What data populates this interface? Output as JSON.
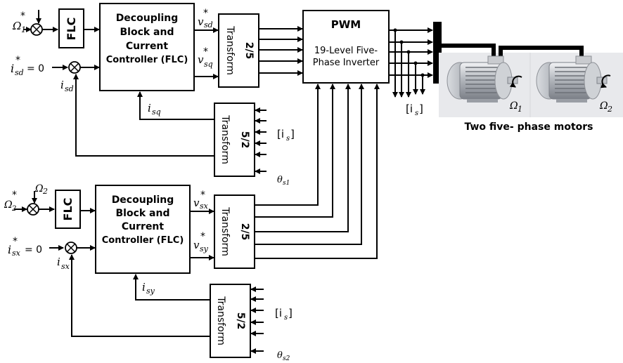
{
  "diagram": {
    "title": "Two five-phase motor drive control scheme",
    "colors": {
      "line": "#000000",
      "background": "#ffffff",
      "motor_bg": "#e8e9ec",
      "motor_body": "#b9bcc2"
    },
    "channel1": {
      "speed_ref": {
        "symbol": "Ω",
        "sub": "1",
        "sup": "*"
      },
      "flc_label": "FLC",
      "id_ref": {
        "symbol": "i",
        "sub": "sd",
        "sup": "*",
        "eq": "= 0"
      },
      "id_feedback": {
        "symbol": "i",
        "sub": "sd"
      },
      "iq_feedback": {
        "symbol": "i",
        "sub": "sq"
      },
      "decoupling": [
        "Decoupling",
        "Block and",
        "Current",
        "Controller (FLC)"
      ],
      "v_out_1": {
        "symbol": "v",
        "sub": "sd",
        "sup": "*"
      },
      "v_out_2": {
        "symbol": "v",
        "sub": "sq",
        "sup": "*"
      },
      "transform_25": {
        "ratio": "2/5",
        "label": "Transform"
      },
      "transform_52": {
        "ratio": "5/2",
        "label": "Transform"
      },
      "current_input": "[i",
      "current_input_sub": "s",
      "current_input_close": "]",
      "theta": {
        "symbol": "θ",
        "sub": "s1"
      }
    },
    "channel2": {
      "speed_ref": {
        "symbol": "Ω",
        "sub": "2",
        "sup": "*"
      },
      "speed_fb": {
        "symbol": "Ω",
        "sub": "2"
      },
      "flc_label": "FLC",
      "id_ref": {
        "symbol": "i",
        "sub": "sx",
        "sup": "*",
        "eq": "= 0"
      },
      "id_feedback": {
        "symbol": "i",
        "sub": "sx"
      },
      "iq_feedback": {
        "symbol": "i",
        "sub": "sy"
      },
      "decoupling": [
        "Decoupling",
        "Block and",
        "Current",
        "Controller (FLC)"
      ],
      "v_out_1": {
        "symbol": "v",
        "sub": "sx",
        "sup": "*"
      },
      "v_out_2": {
        "symbol": "v",
        "sub": "sy",
        "sup": "*"
      },
      "transform_25": {
        "ratio": "2/5",
        "label": "Transform"
      },
      "transform_52": {
        "ratio": "5/2",
        "label": "Transform"
      },
      "current_input": "[i",
      "current_input_sub": "s",
      "current_input_close": "]",
      "theta": {
        "symbol": "θ",
        "sub": "s2"
      }
    },
    "inverter": {
      "title": "PWM",
      "line1": "19-Level Five-",
      "line2": "Phase Inverter"
    },
    "measured_current": {
      "text": "[i",
      "sub": "s",
      "close": "]"
    },
    "motors": {
      "caption": "Two five- phase motors",
      "motor1_speed": {
        "symbol": "Ω",
        "sub": "1"
      },
      "motor2_speed": {
        "symbol": "Ω",
        "sub": "2"
      }
    }
  }
}
